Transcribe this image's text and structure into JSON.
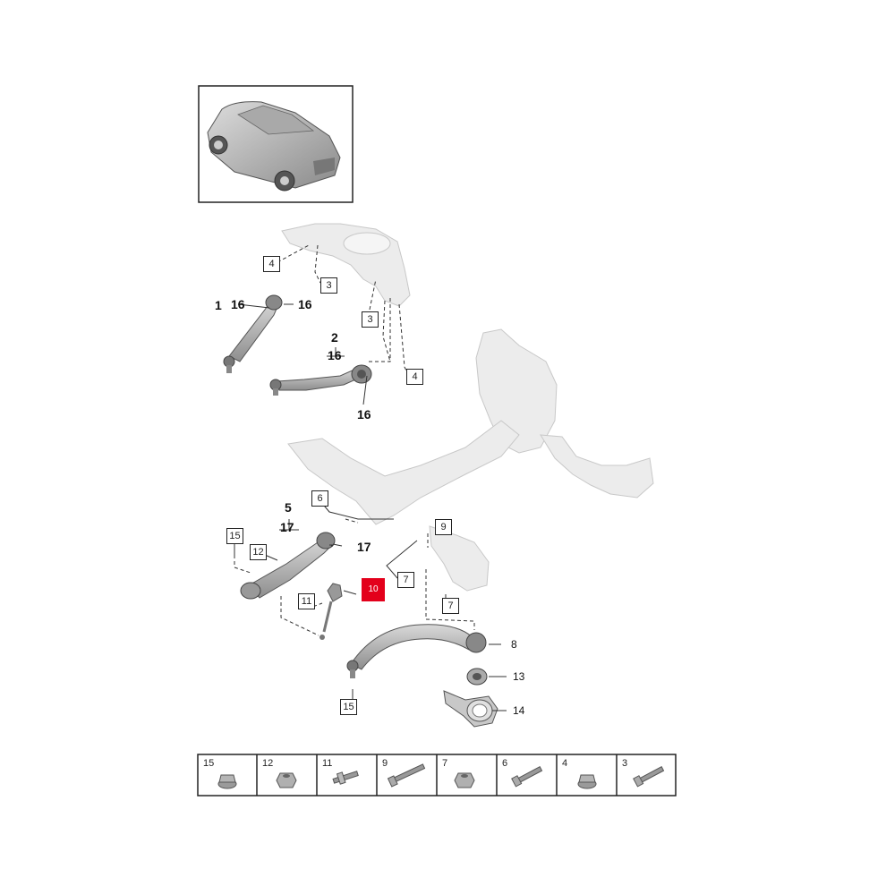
{
  "callouts": {
    "c1": "1",
    "c16a": "16",
    "c16b": "16",
    "c2": "2",
    "c16c": "16",
    "c16d": "16",
    "c5": "5",
    "c17a": "17",
    "c17b": "17",
    "c8": "8",
    "c13": "13",
    "c14": "14"
  },
  "boxes": {
    "b4a": "4",
    "b3a": "3",
    "b3b": "3",
    "b4b": "4",
    "b6": "6",
    "b9": "9",
    "b15a": "15",
    "b12": "12",
    "b7a": "7",
    "b7b": "7",
    "b11": "11",
    "b10": "10",
    "b15b": "15"
  },
  "selected_part": "10",
  "parts_table": [
    {
      "num": "15",
      "icon": "flange-nut-icon"
    },
    {
      "num": "12",
      "icon": "hex-nut-icon"
    },
    {
      "num": "11",
      "icon": "stud-bolt-icon"
    },
    {
      "num": "9",
      "icon": "long-bolt-icon"
    },
    {
      "num": "7",
      "icon": "hex-nut-icon"
    },
    {
      "num": "6",
      "icon": "bolt-icon"
    },
    {
      "num": "4",
      "icon": "flange-nut-icon"
    },
    {
      "num": "3",
      "icon": "bolt-icon"
    }
  ],
  "colors": {
    "selected": "#e3001b",
    "line": "#222222",
    "part": "#bdbdbd",
    "ghost": "#e6e6e6"
  }
}
